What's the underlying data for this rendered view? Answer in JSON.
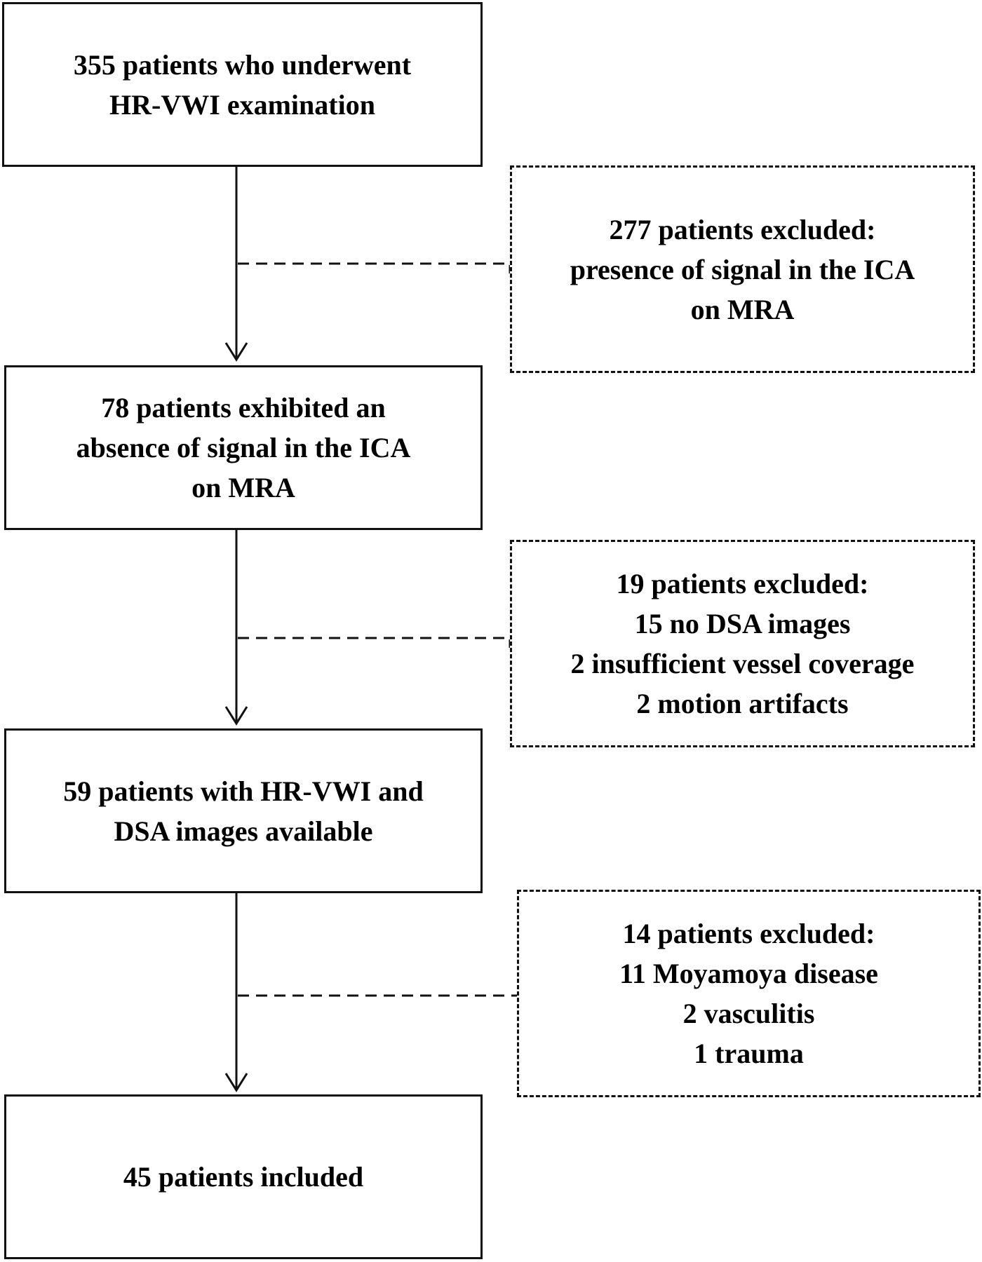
{
  "flowchart": {
    "main_boxes": [
      {
        "lines": [
          "355 patients who underwent",
          "HR-VWI examination"
        ]
      },
      {
        "lines": [
          "78 patients exhibited an",
          "absence of signal in the ICA",
          "on MRA"
        ]
      },
      {
        "lines": [
          "59 patients with HR-VWI and",
          "DSA images available"
        ]
      },
      {
        "lines": [
          "45 patients included"
        ]
      }
    ],
    "exclusion_boxes": [
      {
        "lines": [
          "277 patients excluded:",
          "presence of signal in the ICA",
          "on MRA"
        ]
      },
      {
        "lines": [
          "19 patients excluded:",
          "15 no DSA images",
          "2 insufficient vessel coverage",
          "2 motion artifacts"
        ]
      },
      {
        "lines": [
          "14 patients excluded:",
          "11 Moyamoya disease",
          "2 vasculitis",
          "1 trauma"
        ]
      }
    ]
  }
}
